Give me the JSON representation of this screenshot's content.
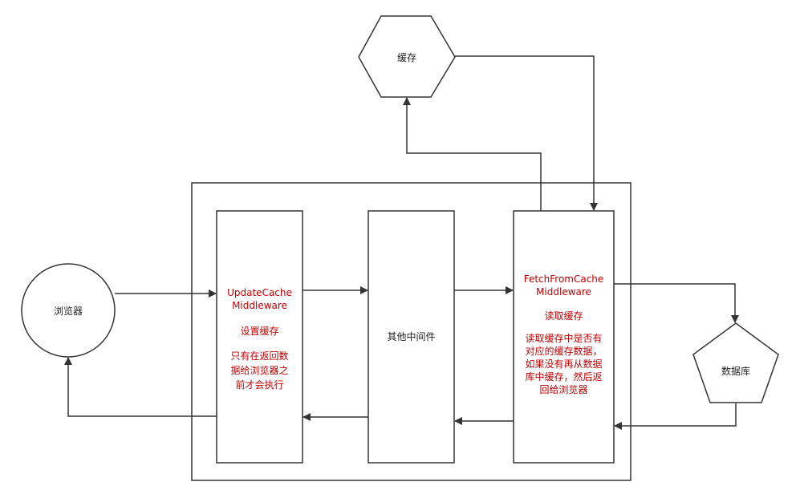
{
  "colors": {
    "line": "#333333",
    "highlight_text": "#c00000",
    "text": "#222222"
  },
  "nodes": {
    "cache": {
      "label": "缓存",
      "shape": "hexagon"
    },
    "browser": {
      "label": "浏览器",
      "shape": "circle"
    },
    "database": {
      "label": "数据库",
      "shape": "pentagon"
    },
    "update_cache": {
      "title_line1": "UpdateCache",
      "title_line2": "Middleware",
      "subtitle": "设置缓存",
      "desc_line1": "只有在返回数",
      "desc_line2": "据给浏览器之",
      "desc_line3": "前才会执行"
    },
    "other": {
      "label": "其他中间件"
    },
    "fetch_cache": {
      "title_line1": "FetchFromCache",
      "title_line2": "Middleware",
      "subtitle": "读取缓存",
      "desc_line1": "读取缓存中是否有",
      "desc_line2": "对应的缓存数据，",
      "desc_line3": "如果没有再从数据",
      "desc_line4": "库中缓存，然后返",
      "desc_line5": "回给浏览器"
    }
  }
}
